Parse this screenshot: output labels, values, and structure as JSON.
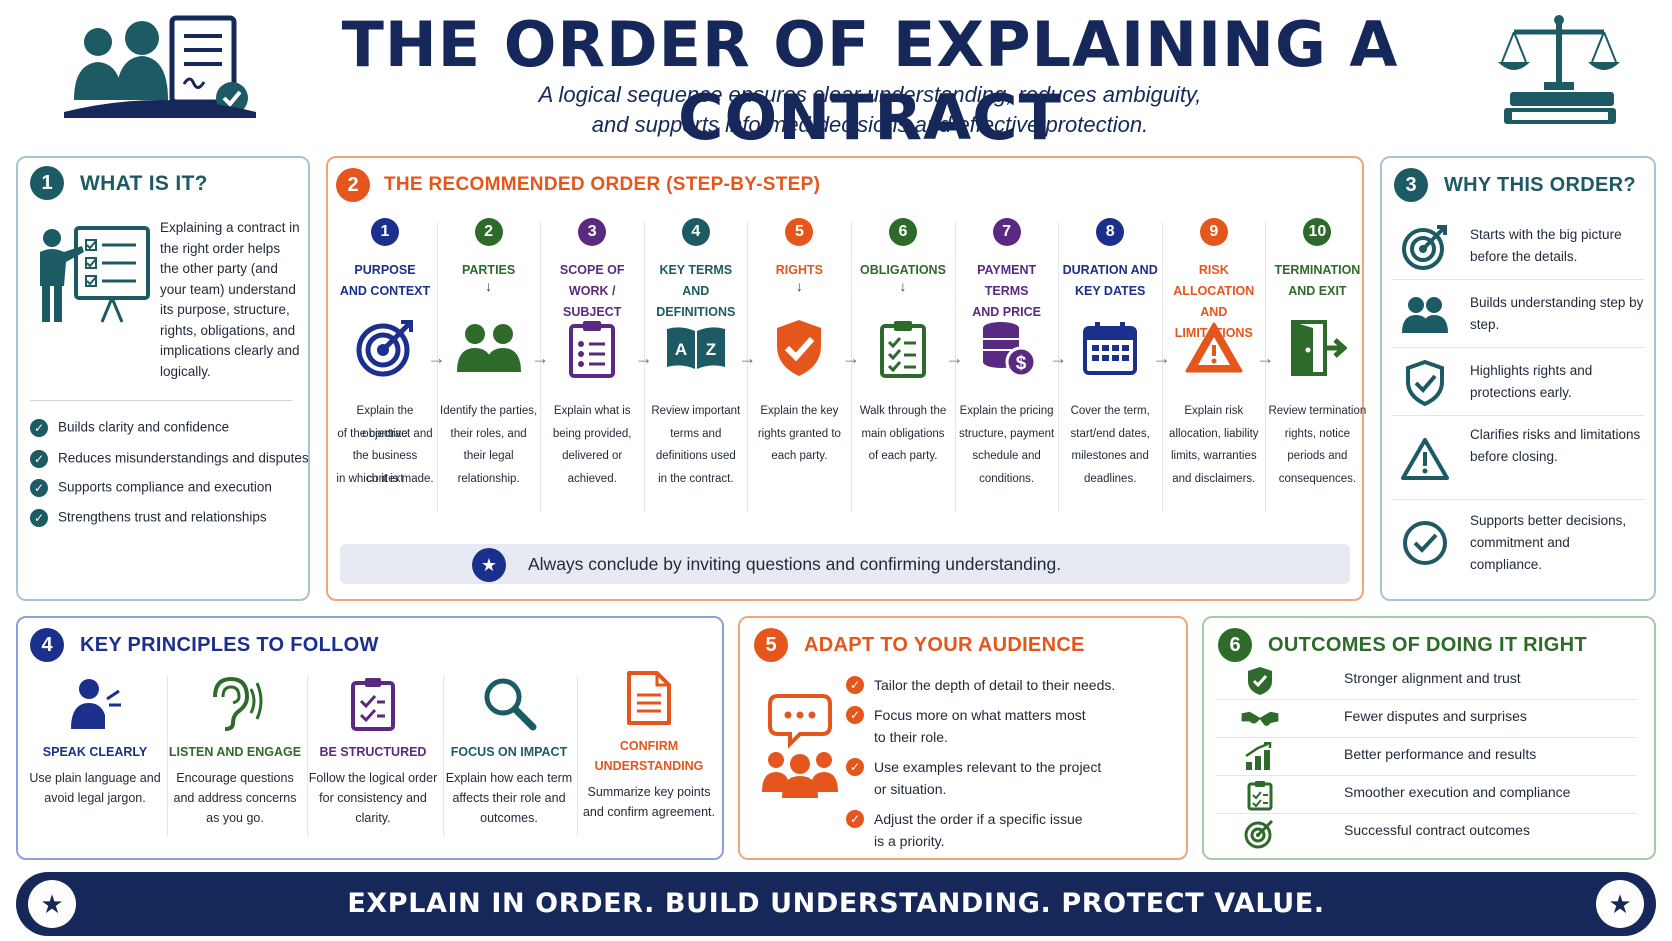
{
  "header": {
    "title": "THE ORDER OF EXPLAINING A CONTRACT",
    "subtitle_line1": "A logical sequence ensures clear understanding, reduces ambiguity,",
    "subtitle_line2": "and supports informed decisions and effective protection."
  },
  "colors": {
    "navy": "#16285a",
    "teal": "#1c5a64",
    "orange": "#e5561c",
    "blue": "#1b2f8c",
    "green": "#2e6b2a",
    "purple": "#5a2a82"
  },
  "what_is_it": {
    "number": "1",
    "title": "WHAT IS IT?",
    "description": "Explaining a contract in the right order helps the other party (and your team) understand its purpose, structure, rights, obligations, and implications clearly and logically.",
    "bullets": [
      "Builds clarity and confidence",
      "Reduces misunderstandings and disputes",
      "Supports compliance and execution",
      "Strengthens trust and relationships"
    ]
  },
  "recommended_order": {
    "number": "2",
    "title": "THE RECOMMENDED ORDER (STEP-BY-STEP)",
    "steps": [
      {
        "num": "1",
        "label1": "PURPOSE",
        "label2": "AND CONTEXT",
        "icon": "target-icon",
        "color": "#1b2f8c",
        "desc": [
          "Explain the objective",
          "of the contract and",
          "the business context",
          "in which it is made."
        ]
      },
      {
        "num": "2",
        "label1": "PARTIES",
        "label2": "↓",
        "icon": "people-icon",
        "color": "#2e6b2a",
        "desc": [
          "Identify the parties,",
          "their roles, and",
          "their legal",
          "relationship."
        ]
      },
      {
        "num": "3",
        "label1": "SCOPE OF",
        "label2": "WORK / SUBJECT",
        "icon": "clipboard-list-icon",
        "color": "#5a2a82",
        "desc": [
          "Explain what is",
          "being provided,",
          "delivered or",
          "achieved."
        ]
      },
      {
        "num": "4",
        "label1": "KEY TERMS",
        "label2": "AND DEFINITIONS",
        "icon": "dictionary-icon",
        "color": "#1c5a64",
        "desc": [
          "Review important",
          "terms and",
          "definitions used",
          "in the contract."
        ]
      },
      {
        "num": "5",
        "label1": "RIGHTS",
        "label2": "↓",
        "icon": "shield-check-icon",
        "color": "#e5561c",
        "desc": [
          "Explain the key",
          "rights granted to",
          "each party.",
          ""
        ]
      },
      {
        "num": "6",
        "label1": "OBLIGATIONS",
        "label2": "↓",
        "icon": "checklist-icon",
        "color": "#2e6b2a",
        "desc": [
          "Walk through the",
          "main obligations",
          "of each party.",
          ""
        ]
      },
      {
        "num": "7",
        "label1": "PAYMENT TERMS",
        "label2": "AND PRICE",
        "icon": "coins-icon",
        "color": "#5a2a82",
        "desc": [
          "Explain the pricing",
          "structure, payment",
          "schedule and",
          "conditions."
        ]
      },
      {
        "num": "8",
        "label1": "DURATION AND",
        "label2": "KEY DATES",
        "icon": "calendar-icon",
        "color": "#1b2f8c",
        "desc": [
          "Cover the term,",
          "start/end dates,",
          "milestones and",
          "deadlines."
        ]
      },
      {
        "num": "9",
        "label1": "RISK ALLOCATION",
        "label2": "AND LIMITATIONS",
        "icon": "warning-icon",
        "color": "#e5561c",
        "desc": [
          "Explain risk",
          "allocation, liability",
          "limits, warranties",
          "and disclaimers."
        ]
      },
      {
        "num": "10",
        "label1": "TERMINATION",
        "label2": "AND EXIT",
        "icon": "exit-door-icon",
        "color": "#2e6b2a",
        "desc": [
          "Review termination",
          "rights, notice",
          "periods and",
          "consequences."
        ]
      }
    ],
    "conclusion": "Always conclude by inviting questions and confirming understanding."
  },
  "why_this_order": {
    "number": "3",
    "title": "WHY THIS ORDER?",
    "items": [
      {
        "icon": "target-icon",
        "text": "Starts with the big picture before the details."
      },
      {
        "icon": "people-icon",
        "text": "Builds understanding step by step."
      },
      {
        "icon": "shield-check-icon",
        "text": "Highlights rights and protections early."
      },
      {
        "icon": "warning-icon",
        "text": "Clarifies risks and limitations before closing."
      },
      {
        "icon": "check-circle-icon",
        "text": "Supports better decisions, commitment and compliance."
      }
    ]
  },
  "key_principles": {
    "number": "4",
    "title": "KEY PRINCIPLES TO FOLLOW",
    "items": [
      {
        "icon": "speaker-icon",
        "title": "SPEAK CLEARLY",
        "text": "Use plain language and avoid legal jargon."
      },
      {
        "icon": "ear-icon",
        "title": "LISTEN AND ENGAGE",
        "text": "Encourage questions and address concerns as you go."
      },
      {
        "icon": "clipboard-check-icon",
        "title": "BE STRUCTURED",
        "text": "Follow the logical order for consistency and clarity."
      },
      {
        "icon": "magnifier-icon",
        "title": "FOCUS ON IMPACT",
        "text": "Explain how each term affects their role and outcomes."
      },
      {
        "icon": "document-icon",
        "title": "CONFIRM UNDERSTANDING",
        "text": "Summarize key points and confirm agreement."
      }
    ]
  },
  "adapt": {
    "number": "5",
    "title": "ADAPT TO YOUR AUDIENCE",
    "items": [
      "Tailor the depth of detail to their needs.",
      "Focus more on what matters most to their role.",
      "Use examples relevant to the project or situation.",
      "Adjust the order if a specific issue is a priority."
    ]
  },
  "outcomes": {
    "number": "6",
    "title": "OUTCOMES OF DOING IT RIGHT",
    "items": [
      {
        "icon": "shield-check-icon",
        "text": "Stronger alignment and trust"
      },
      {
        "icon": "handshake-icon",
        "text": "Fewer disputes and surprises"
      },
      {
        "icon": "growth-chart-icon",
        "text": "Better performance and results"
      },
      {
        "icon": "checklist-icon",
        "text": "Smoother execution and compliance"
      },
      {
        "icon": "target-icon",
        "text": "Successful contract outcomes"
      }
    ]
  },
  "footer": {
    "text": "EXPLAIN IN ORDER. BUILD UNDERSTANDING. PROTECT VALUE."
  }
}
